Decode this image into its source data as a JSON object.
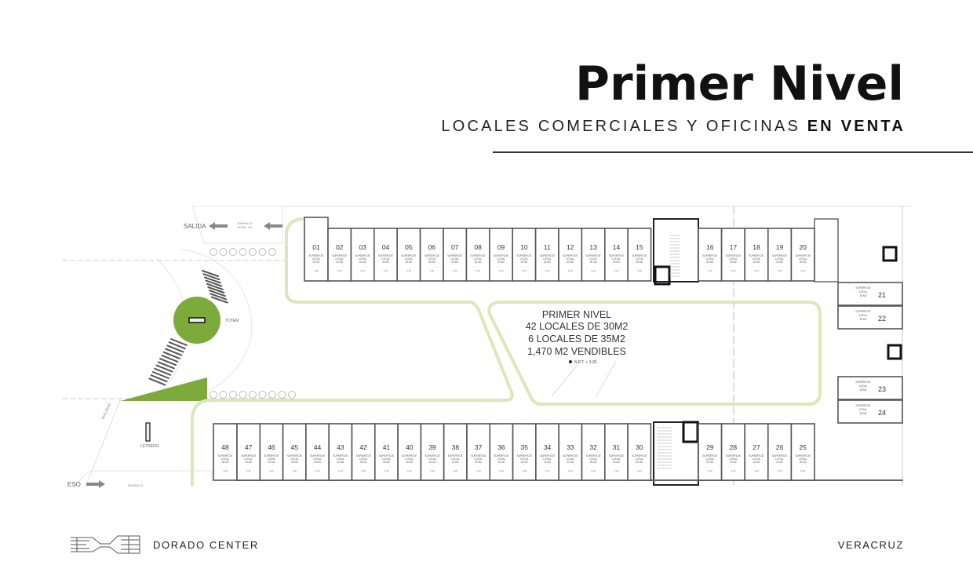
{
  "header": {
    "title": "Primer Nivel",
    "subtitle_prefix": "LOCALES COMERCIALES Y OFICINAS",
    "subtitle_bold": "EN VENTA"
  },
  "plan": {
    "summary": {
      "line1": "PRIMER NIVEL",
      "line2": "42 LOCALES DE 30M2",
      "line3": "6 LOCALES DE 35M2",
      "line4": "1,470 M2 VENDIBLES",
      "level": "N.P.T. + 3.30"
    },
    "labels": {
      "exit": "SALIDA",
      "ramp_exit": "RAMPA 02",
      "ramp_exit_slope": "PEND. 4%",
      "totem": "TOTEM",
      "sign": "LETRERO",
      "road": "VIALIDAD",
      "access": "ESO",
      "ramp_entry": "RAMPA 01"
    },
    "unit_text": {
      "line1": "SUPERFICIE",
      "line2": "LOCAL",
      "area_small": "30 M2",
      "area_large": "35 M2",
      "depth": "3.30"
    },
    "top_row": [
      "01",
      "02",
      "03",
      "04",
      "05",
      "06",
      "07",
      "08",
      "09",
      "10",
      "11",
      "12",
      "13",
      "14",
      "15"
    ],
    "top_row_right": [
      "16",
      "17",
      "18",
      "19",
      "20"
    ],
    "side_units": [
      "21",
      "22",
      "23",
      "24"
    ],
    "bottom_row": [
      "48",
      "47",
      "46",
      "45",
      "44",
      "43",
      "42",
      "41",
      "40",
      "39",
      "38",
      "37",
      "36",
      "35",
      "34",
      "33",
      "32",
      "31",
      "30"
    ],
    "bottom_row_right": [
      "29",
      "28",
      "27",
      "26",
      "25"
    ]
  },
  "footer": {
    "brand": "DORADO CENTER",
    "city": "VERACRUZ"
  },
  "colors": {
    "green": "#7cab3c",
    "track": "#dbe8b8",
    "wall": "#555555"
  }
}
